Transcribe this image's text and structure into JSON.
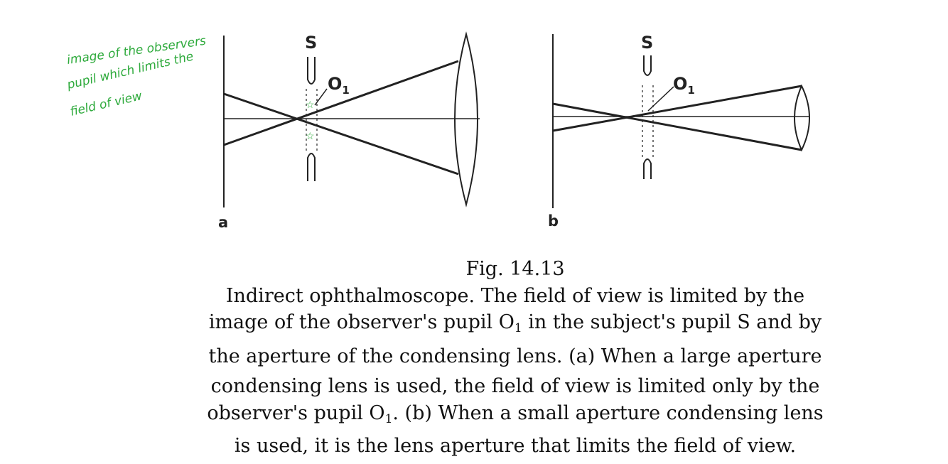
{
  "annotation": {
    "lines": [
      "image of the observers",
      "pupil which limits the",
      "field of view"
    ]
  },
  "diagram": {
    "panel_a": {
      "label": "a",
      "pupil_label": "S",
      "observer_label": "O",
      "observer_sub": "1"
    },
    "panel_b": {
      "label": "b",
      "pupil_label": "S",
      "observer_label": "O",
      "observer_sub": "1"
    }
  },
  "caption": {
    "title": "Fig. 14.13",
    "l1": "Indirect ophthalmoscope. The field of view is limited by the",
    "l2a": "image of the observer's pupil O",
    "l2sub": "1",
    "l2b": " in the subject's pupil S and by",
    "l3": "the aperture of the condensing lens. (a) When a large aperture",
    "l4": "condensing lens is used, the field of view is limited only by the",
    "l5a": "observer's pupil O",
    "l5sub": "1",
    "l5b": ". (b) When a small aperture condensing lens",
    "l6": "is used, it is the lens aperture that limits the field of view."
  },
  "colors": {
    "annotation": "#2eaa3c",
    "ink": "#111111"
  }
}
